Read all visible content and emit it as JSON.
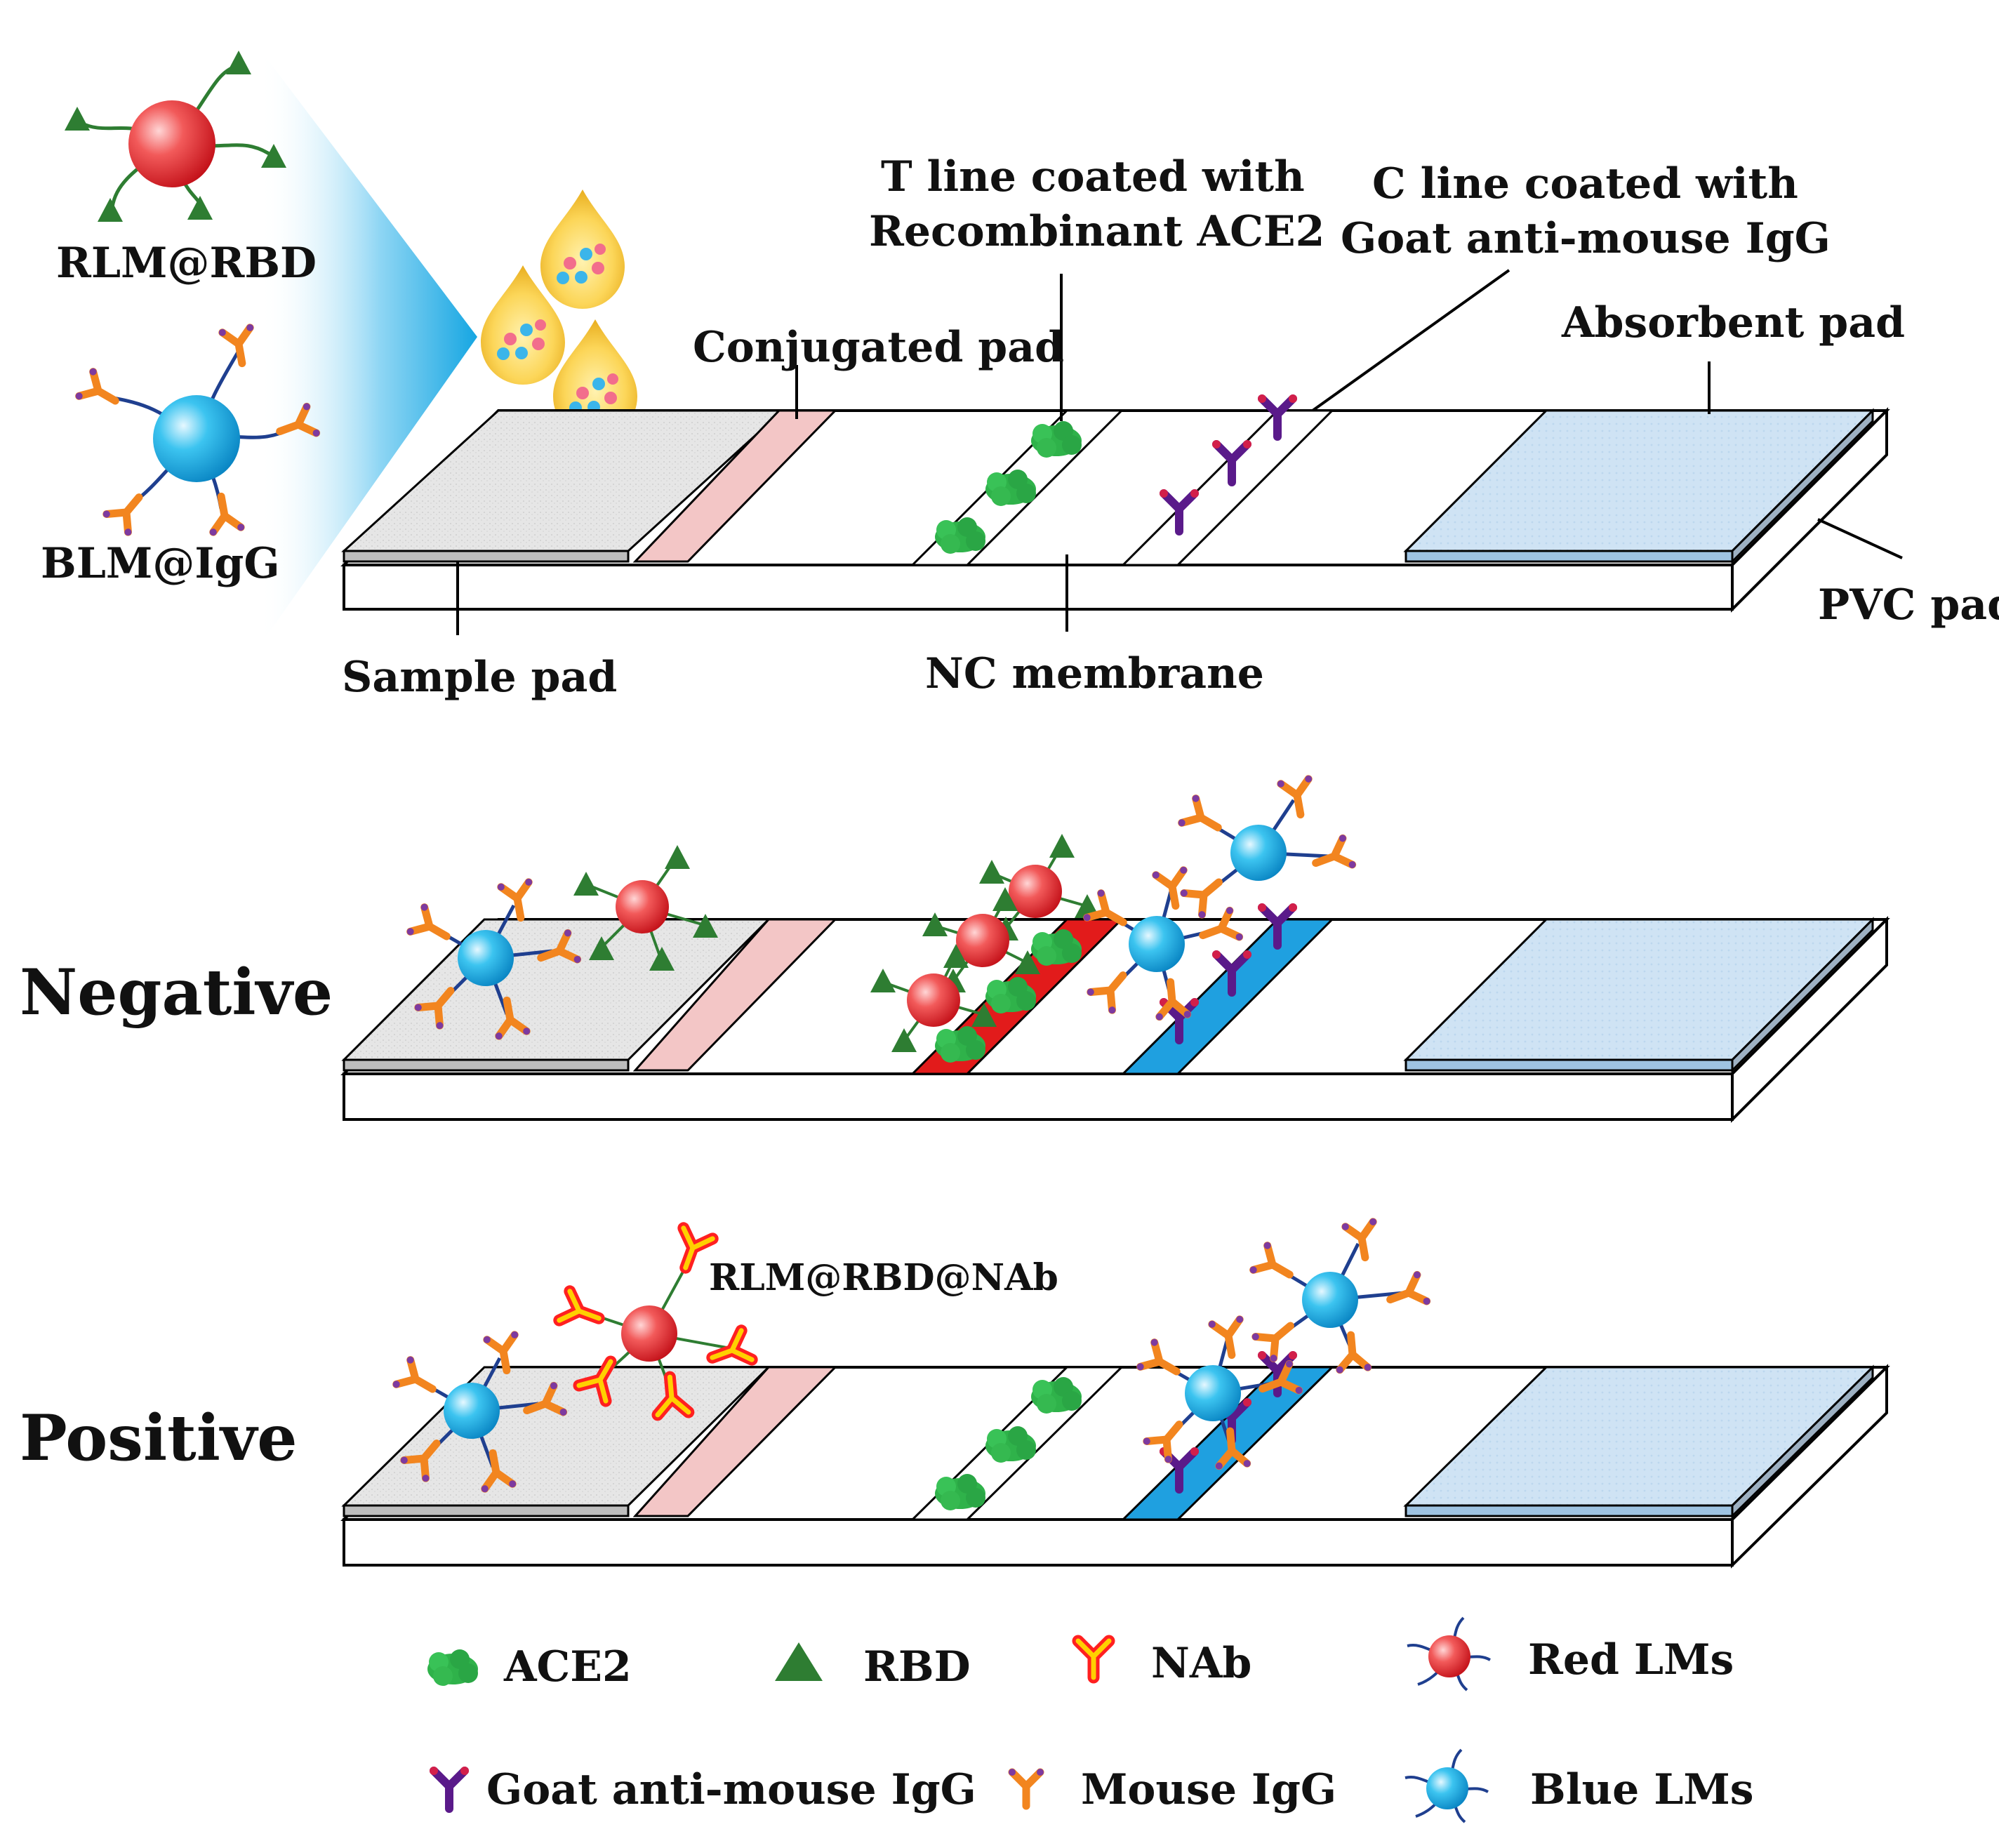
{
  "colors": {
    "red_lm": "#e8232b",
    "blue_lm": "#18a8e0",
    "rbd": "#2e7d32",
    "ace2": "#2fb24a",
    "nab": "#ff2020",
    "nab_inner": "#ffd000",
    "goat_igg": "#5a1a8a",
    "mouse_igg": "#f2851f",
    "sample_pad": "#e6e6e6",
    "conjugated_pad": "#f3c6c6",
    "absorbent_pad": "#cfe3f4",
    "t_line_positive": "#e21b1b",
    "c_line_positive": "#1fa0e0"
  },
  "top": {
    "rlm_label": "RLM@RBD",
    "blm_label": "BLM@IgG",
    "t_line_label_1": "T line coated with",
    "t_line_label_2": "Recombinant ACE2",
    "c_line_label_1": "C line coated with",
    "c_line_label_2": "Goat anti-mouse IgG",
    "conjugated_pad": "Conjugated pad",
    "absorbent_pad": "Absorbent pad",
    "pvc_pad": "PVC pad",
    "sample_pad": "Sample pad",
    "nc_membrane": "NC membrane"
  },
  "negative": {
    "title": "Negative"
  },
  "positive": {
    "title": "Positive",
    "complex_label": "RLM@RBD@NAb"
  },
  "legend": {
    "ace2": "ACE2",
    "rbd": "RBD",
    "nab": "NAb",
    "red_lms": "Red LMs",
    "goat_igg": "Goat anti-mouse IgG",
    "mouse_igg": "Mouse IgG",
    "blue_lms": "Blue LMs"
  }
}
